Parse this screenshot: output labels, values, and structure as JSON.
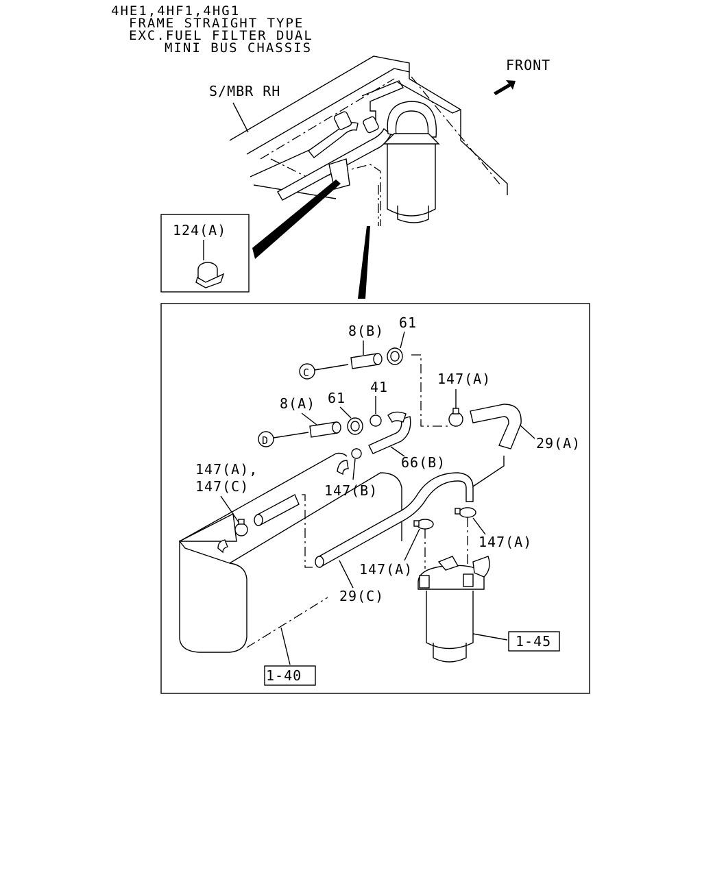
{
  "header": {
    "line1": "4HE1,4HF1,4HG1",
    "line2": "FRAME STRAIGHT TYPE",
    "line3": "EXC.FUEL FILTER DUAL",
    "line4": "MINI BUS CHASSIS"
  },
  "top_view": {
    "side_member_label": "S/MBR RH",
    "front_label": "FRONT"
  },
  "inset": {
    "part_label": "124(A)"
  },
  "detail": {
    "labels": {
      "p8b": "8(B)",
      "p61_top": "61",
      "conn_c": "C",
      "p147a_top": "147(A)",
      "p41": "41",
      "p61_mid": "61",
      "p8a": "8(A)",
      "conn_d": "D",
      "p29a": "29(A)",
      "p66b": "66(B)",
      "p147ac_1": "147(A),",
      "p147ac_2": "147(C)",
      "p147b": "147(B)",
      "p147a_right": "147(A)",
      "p147a_lower": "147(A)",
      "p29c": "29(C)",
      "ref_145": "1-45",
      "ref_140": "1-40"
    }
  }
}
